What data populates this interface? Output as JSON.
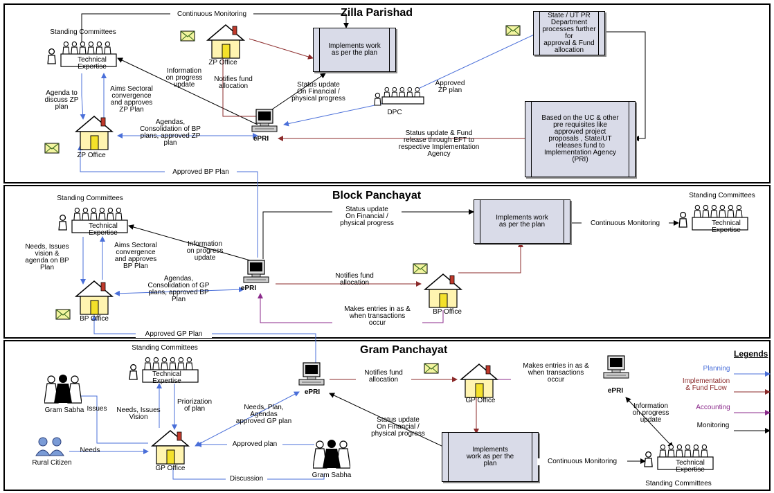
{
  "sections": {
    "zilla": {
      "title": "Zilla Parishad"
    },
    "block": {
      "title": "Block Panchayat"
    },
    "gram": {
      "title": "Gram Panchayat"
    }
  },
  "colors": {
    "planning": "#4a6fd9",
    "implementation": "#8b2a2a",
    "accounting": "#8b2a8b",
    "monitoring": "#000000",
    "process_box": "#d9dbe8"
  },
  "icons": [
    "house-icon",
    "computer-icon",
    "envelope-icon",
    "committee-icon",
    "gram-sabha-icon",
    "citizens-icon"
  ],
  "zp": {
    "continuous_monitoring": "Continuous Monitoring",
    "standing_committees": "Standing Committees",
    "technical_expertise": "Technical\nExpertise",
    "zp_office_top": "ZP Office",
    "zp_office_left": "ZP Office",
    "implements_work": "Implements work\nas per the plan",
    "state_processes": "State / UT PR\nDepartment\nprocesses further for\napproval & Fund\nallocation",
    "information_progress": "Information\non progress\nupdate",
    "notifies_fund": "Notifies fund\nallocation",
    "agenda_discuss": "Agenda to\ndiscuss ZP\nplan",
    "aims_sectoral": "Aims Sectoral\nconvergence\nand approves\nZP Plan",
    "agendas_consolidation": "Agendas,\nConsolidation of BP\nplans, approved ZP\nplan",
    "status_update_financial": "Status update\nOn Financial /\nphysical progress",
    "approved_zp_plan": "Approved\nZP plan",
    "dpc": "DPC",
    "based_on_uc": "Based on the UC & other\npre requisites like\napproved project\nproposals , State/UT\nreleases fund to\nImplementation Agency\n(PRI)",
    "status_update_fund": "Status update & Fund\nrelease through EFT to\nrespective Implementation\nAgency",
    "epri": "ePRI",
    "approved_bp_plan": "Approved BP Plan"
  },
  "bp": {
    "standing_committees_left": "Standing Committees",
    "technical_expertise_left": "Technical\nExpertise",
    "status_update_financial": "Status update\nOn Financial /\nphysical progress",
    "implements_work": "Implements work\nas per the plan",
    "continuous_monitoring": "Continuous Monitoring",
    "standing_committees_right": "Standing Committees",
    "technical_expertise_right": "Technical\nExpertise",
    "information_progress": "Information\non progress\nupdate",
    "needs_issues": "Needs, Issues\nvision &\nagenda on BP\nPlan",
    "aims_sectoral": "Aims Sectoral\nconvergence\nand approves\nBP Plan",
    "agendas_consolidation": "Agendas,\nConsolidation of GP\nplans, approved BP\nPlan",
    "notifies_fund": "Notifies fund\nallocation",
    "epri": "ePRI",
    "bp_office_left": "BP Office",
    "bp_office_right": "BP Office",
    "makes_entries": "Makes entries in as &\nwhen transactions\noccur",
    "approved_gp_plan": "Approved GP Plan"
  },
  "gp": {
    "standing_committees_top": "Standing Committees",
    "technical_expertise_top": "Technical\nExpertise",
    "notifies_fund": "Notifies fund\nallocation",
    "gp_office_top": "GP Office",
    "makes_entries": "Makes entries in as &\nwhen transactions\noccur",
    "epri_top": "ePRI",
    "epri_right": "ePRI",
    "issues": "Issues",
    "gram_sabha_left": "Gram Sabha",
    "needs_issues_vision": "Needs, Issues\nVision",
    "priorization": "Priorization\nof plan",
    "needs_plan_agendas": "Needs, Plan,\nAgendas\napproved GP plan",
    "status_update_financial": "Status update\nOn Financial /\nphysical progress",
    "information_progress": "Information\non progress\nupdate",
    "needs": "Needs",
    "rural_citizen": "Rural Citizen",
    "gp_office_bottom": "GP Office",
    "approved_plan": "Approved plan",
    "gram_sabha_right": "Gram Sabha",
    "implements_work": "Implements\nwork as per the\nplan",
    "continuous_monitoring": "Continuous Monitoring",
    "discussion": "Discussion",
    "standing_committees_bottom": "Standing Committees",
    "technical_expertise_bottom": "Technical\nExpertise"
  },
  "legend": {
    "title": "Legends",
    "planning": "Planning",
    "implementation": "Implementation\n& Fund FLow",
    "accounting": "Accounting",
    "monitoring": "Monitoring"
  }
}
